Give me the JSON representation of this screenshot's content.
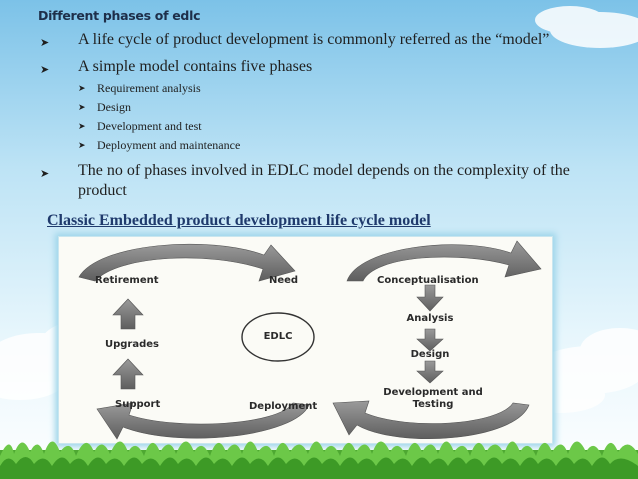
{
  "slide": {
    "heading": "Different phases of edlc",
    "bullets": {
      "b1": "A life cycle of product development is commonly referred as the “model”",
      "b2": "A simple model contains five phases",
      "sub1": "Requirement analysis",
      "sub2": "Design",
      "sub3": "Development and test",
      "sub4": "Deployment and maintenance",
      "b3": "The no of phases involved in EDLC model depends on the complexity of the product"
    },
    "subtitle": "Classic Embedded product development life cycle model"
  },
  "diagram": {
    "center": "EDLC",
    "labels": {
      "retirement": "Retirement",
      "need": "Need",
      "conceptualisation": "Conceptualisation",
      "analysis": "Analysis",
      "design": "Design",
      "development": "Development and",
      "testing": "Testing",
      "deployment": "Deployment",
      "support": "Support",
      "upgrades": "Upgrades"
    }
  },
  "colors": {
    "arrow_fill": "#7a7a7a",
    "text_dark": "#1f1f1f",
    "subtitle": "#1f3a6c",
    "grass": "#5cb83a"
  }
}
